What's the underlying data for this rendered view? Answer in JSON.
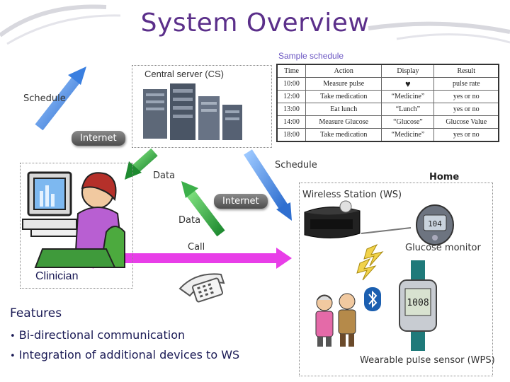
{
  "title": "System Overview",
  "central_server_label": "Central server (CS)",
  "schedule_title": "Sample schedule",
  "schedule": {
    "headers": [
      "Time",
      "Action",
      "Display",
      "Result"
    ],
    "rows": [
      [
        "10:00",
        "Measure pulse",
        "♥",
        "pulse rate"
      ],
      [
        "12:00",
        "Take medication",
        "“Medicine”",
        "yes or no"
      ],
      [
        "13:00",
        "Eat lunch",
        "“Lunch”",
        "yes or no"
      ],
      [
        "14:00",
        "Measure Glucose",
        "“Glucose”",
        "Glucose Value"
      ],
      [
        "18:00",
        "Take medication",
        "“Medicine”",
        "yes or no"
      ]
    ]
  },
  "labels": {
    "schedule_left": "Schedule",
    "internet_top": "Internet",
    "data_top": "Data",
    "schedule_right": "Schedule",
    "home": "Home",
    "internet_mid": "Internet",
    "wireless_station": "Wireless Station (WS)",
    "data_mid": "Data",
    "call": "Call",
    "glucose_monitor": "Glucose monitor",
    "clinician": "Clinician",
    "wearable": "Wearable pulse sensor (WPS)"
  },
  "features": {
    "title": "Features",
    "items": [
      "Bi-directional communication",
      "Integration of additional devices to WS"
    ]
  },
  "colors": {
    "title": "#5b2f8a",
    "arrow_blue": "#5aa0f0",
    "arrow_green": "#3cb04a",
    "arrow_magenta": "#e83ee8"
  },
  "icons": [
    "server-icon",
    "clinician-illustration",
    "telephone-icon",
    "wireless-station-icon",
    "glucose-monitor-icon",
    "wrist-sensor-icon",
    "elderly-couple-icon",
    "bluetooth-icon",
    "lightning-icon"
  ]
}
